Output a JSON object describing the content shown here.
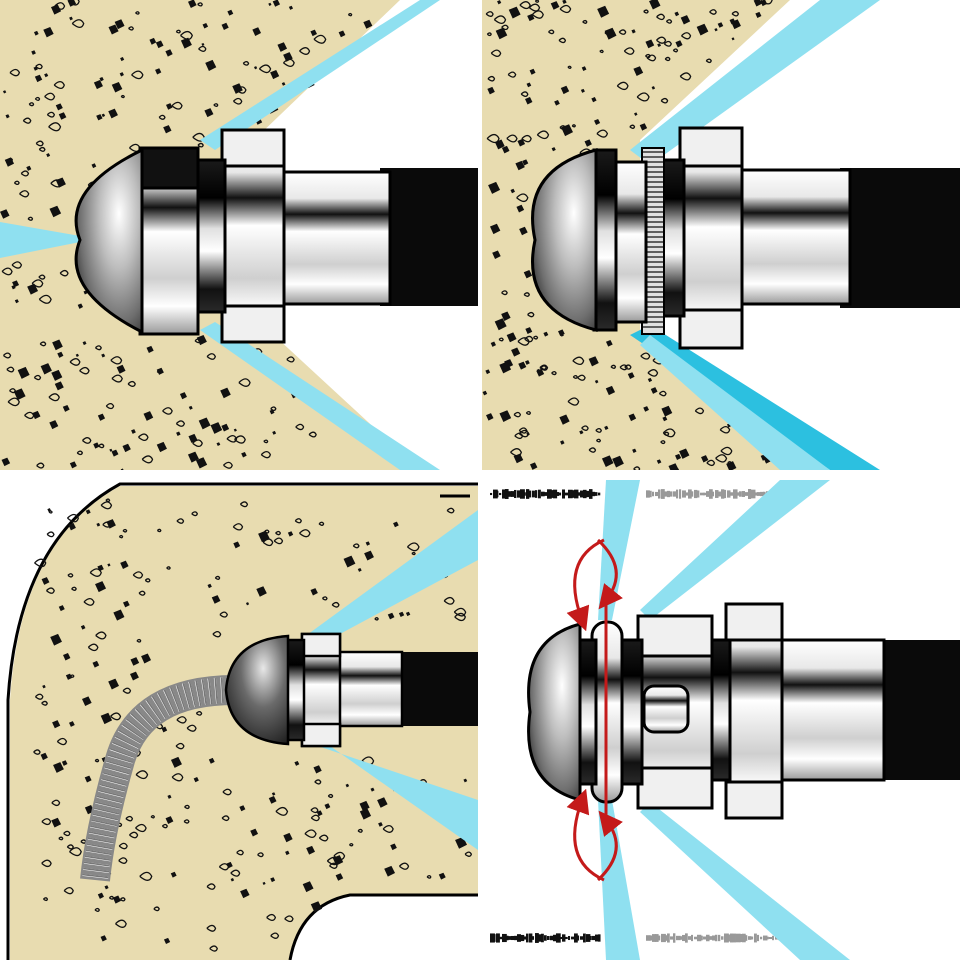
{
  "colors": {
    "debris": "#e8dcb0",
    "debris_speck": "#111111",
    "water": "#8fe0f0",
    "water_deep": "#2cc0e0",
    "steel_light": "#f4f4f4",
    "steel_dark": "#111111",
    "hose": "#0a0a0a",
    "rotation_arrow": "#c41a1a",
    "divider": "#ffffff",
    "pipe_wall": "#000000"
  },
  "panels": [
    {
      "id": "panel-1",
      "nozzle": "penetrating-nozzle",
      "icon": "dome-head-nozzle"
    },
    {
      "id": "panel-2",
      "nozzle": "flushing-nozzle",
      "icon": "knurled-ring-nozzle"
    },
    {
      "id": "panel-3",
      "nozzle": "cornering-nozzle",
      "icon": "flexible-hose-bend"
    },
    {
      "id": "panel-4",
      "nozzle": "rotating-nozzle",
      "icon": "rotation-arrows"
    }
  ]
}
